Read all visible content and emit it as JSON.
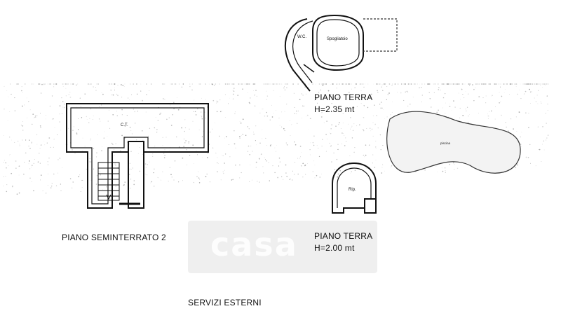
{
  "labels": {
    "semi_title": "PIANO SEMINTERRATO 2",
    "semi_room": "C.T.",
    "terra1_title": "PIANO TERRA",
    "terra1_height": "H=2.35 mt",
    "wc_room": "W.C.",
    "spogliatoio_room": "Spogliatoio",
    "terra2_title": "PIANO TERRA",
    "terra2_height": "H=2.00 mt",
    "rip_room": "Rip.",
    "pool_label": "piscina",
    "servizi": "SERVIZI ESTERNI"
  },
  "watermark": {
    "text": "casa"
  },
  "colors": {
    "ink": "#111111",
    "speckle": "#8a8a8a",
    "background": "#ffffff"
  }
}
